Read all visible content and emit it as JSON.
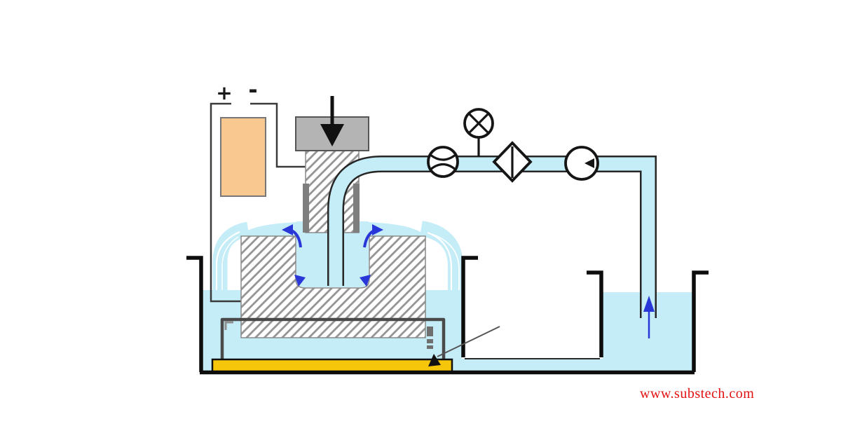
{
  "watermark": {
    "text": "www.substech.com"
  },
  "power_supply": {
    "positive_label": "+",
    "negative_label": "-"
  },
  "colors": {
    "electrolyte": "#c5edf7",
    "flow_arrow_blue": "#2936d8",
    "power_source_fill": "#f8c890",
    "base_plate_yellow": "#f6c60a",
    "tool_holder_gray": "#b4b4b4",
    "insulation_gray": "#7e7e7e",
    "hatch_gray": "#949494",
    "wall_black": "#0d0d0d",
    "fixture_gray": "#4a4a4a",
    "wire_gray": "#3a3a3a",
    "symbol_black": "#151515",
    "watermark_red": "#e41111"
  },
  "icons": {
    "pressure_gauge_icon": "circle with X cross",
    "flow_meter_icon": "circle with two arcs",
    "filter_icon": "diamond with vertical line",
    "pump_icon": "circle with inlet notch",
    "feed_arrow_icon": "solid black down arrow",
    "flow_arrow_icon": "solid blue arrow",
    "pointer_icon": "leader line with solid triangle"
  }
}
